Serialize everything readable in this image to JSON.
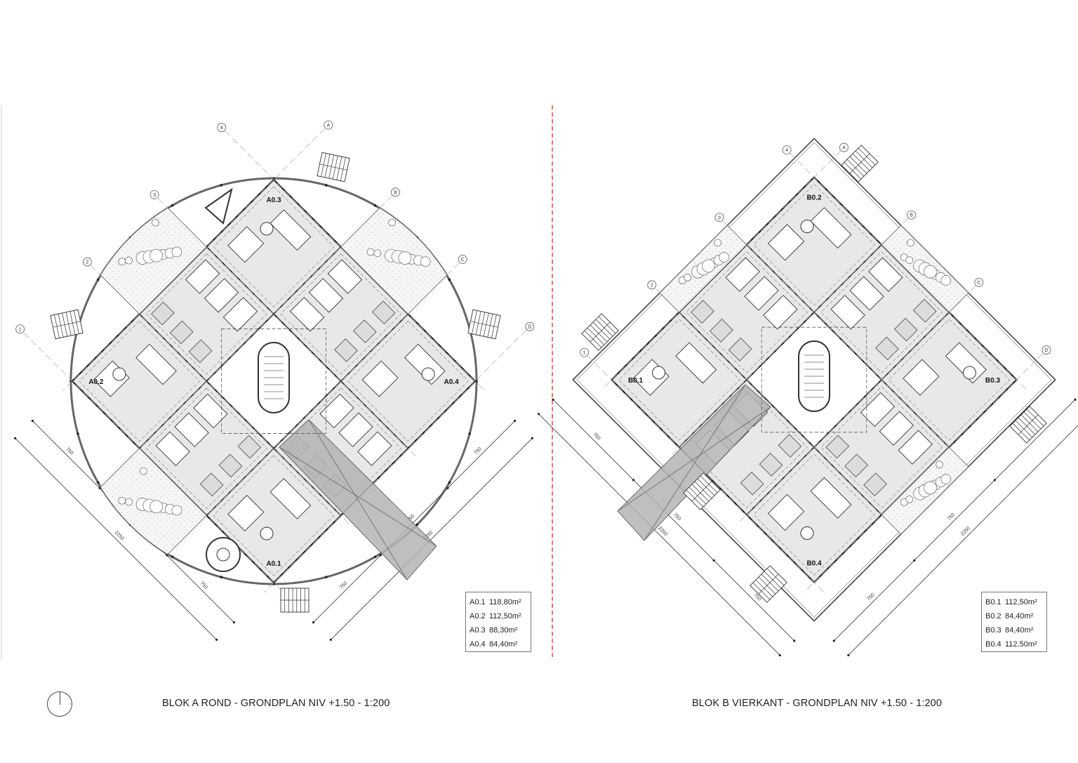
{
  "plans": [
    {
      "id": "A",
      "title": "BLOK A ROND - GRONDPLAN NIV +1.50 - 1:200",
      "units": [
        {
          "label": "A0.1",
          "area": "118,80m²"
        },
        {
          "label": "A0.2",
          "area": "112,50m²"
        },
        {
          "label": "A0.3",
          "area": "88,30m²"
        },
        {
          "label": "A0.4",
          "area": "84,40m²"
        }
      ],
      "grid_numbers": [
        "1",
        "2",
        "3",
        "4"
      ],
      "grid_letters": [
        "A",
        "B",
        "C",
        "D"
      ],
      "dimensions": {
        "module": "750",
        "total": "2250"
      }
    },
    {
      "id": "B",
      "title": "BLOK B VIERKANT - GRONDPLAN NIV +1.50 - 1:200",
      "units": [
        {
          "label": "B0.1",
          "area": "112,50m²"
        },
        {
          "label": "B0.2",
          "area": "84,40m²"
        },
        {
          "label": "B0.3",
          "area": "84,40m²"
        },
        {
          "label": "B0.4",
          "area": "112,50m²"
        }
      ],
      "grid_numbers": [
        "1",
        "2",
        "3",
        "4"
      ],
      "grid_letters": [
        "A",
        "B",
        "C",
        "D"
      ],
      "dimensions": {
        "module": "750",
        "total": "2250"
      }
    }
  ],
  "colors": {
    "divider": "#c0392b",
    "unit_fill": "#e8e8e8",
    "walkway": "#b4b4b4",
    "line": "#333333"
  }
}
